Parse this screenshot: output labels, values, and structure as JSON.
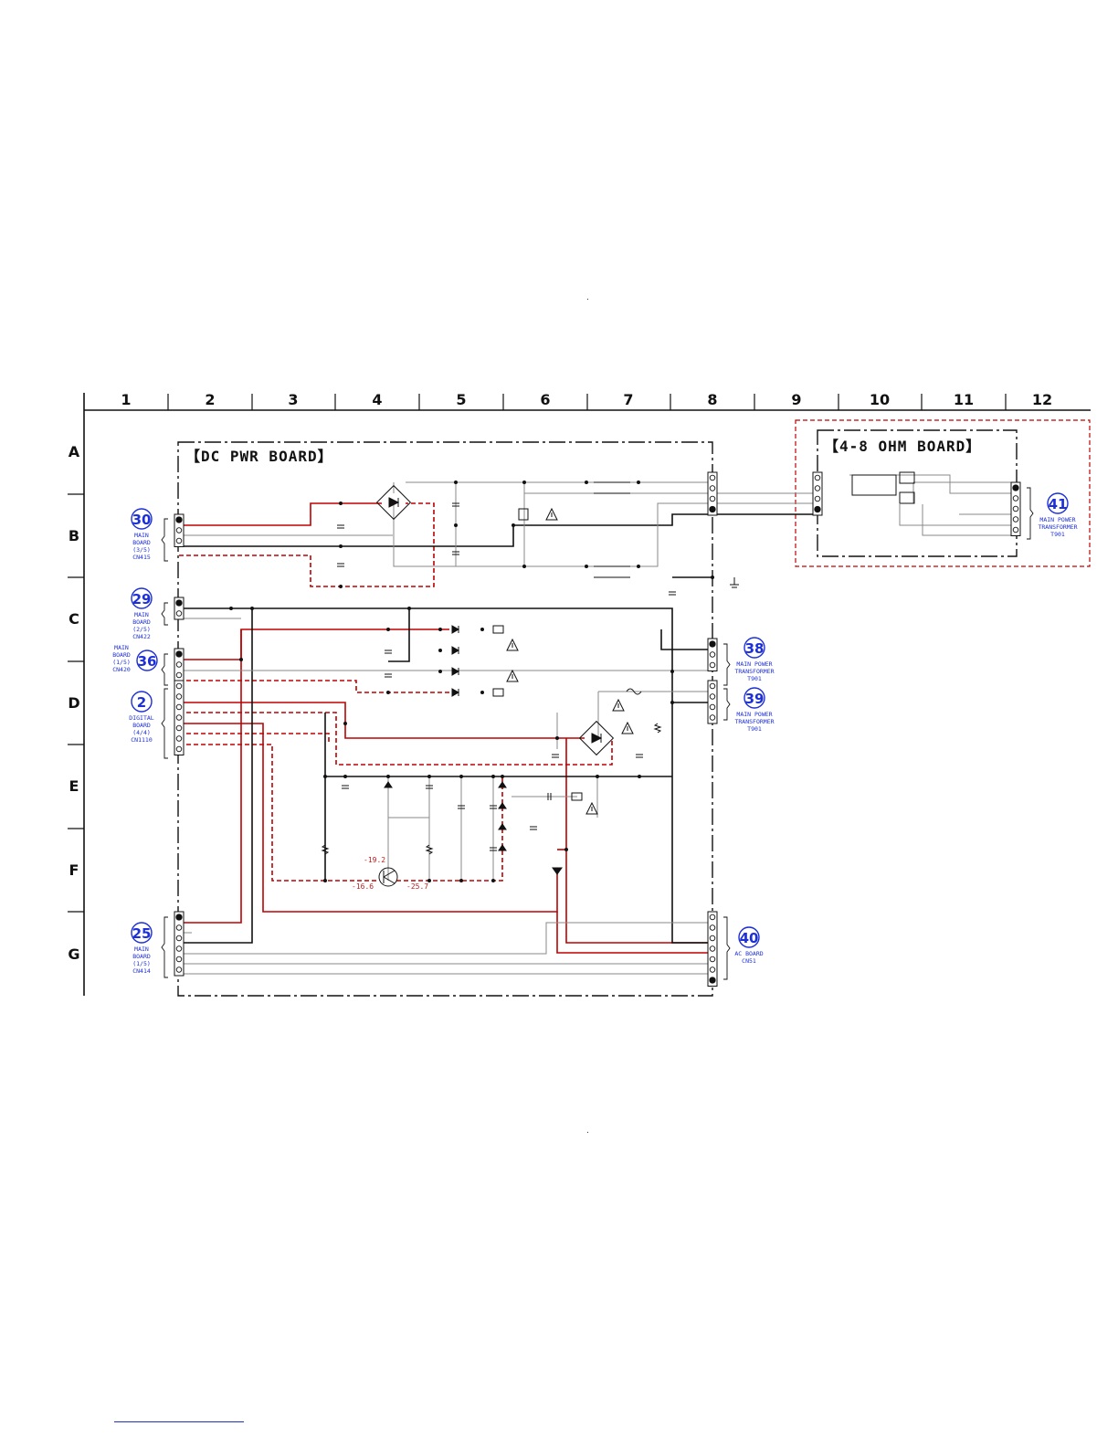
{
  "grid": {
    "columns": [
      "1",
      "2",
      "3",
      "4",
      "5",
      "6",
      "7",
      "8",
      "9",
      "10",
      "11",
      "12"
    ],
    "rows": [
      "A",
      "B",
      "C",
      "D",
      "E",
      "F",
      "G"
    ]
  },
  "boards": {
    "dc_pwr": "【DC PWR BOARD】",
    "ohm": "【4-8 OHM BOARD】"
  },
  "connectors": [
    {
      "id": "30",
      "lines": [
        "MAIN",
        "BOARD",
        "(3/5)",
        "CN415"
      ]
    },
    {
      "id": "29",
      "lines": [
        "MAIN",
        "BOARD",
        "(2/5)",
        "CN422"
      ]
    },
    {
      "id": "36",
      "lines": [
        "MAIN",
        "BOARD",
        "(1/5)",
        "CN420"
      ]
    },
    {
      "id": "2",
      "lines": [
        "DIGITAL",
        "BOARD",
        "(4/4)",
        "CN1110"
      ]
    },
    {
      "id": "25",
      "lines": [
        "MAIN",
        "BOARD",
        "(1/5)",
        "CN414"
      ]
    },
    {
      "id": "38",
      "lines": [
        "MAIN POWER",
        "TRANSFORMER",
        "T901"
      ]
    },
    {
      "id": "39",
      "lines": [
        "MAIN POWER",
        "TRANSFORMER",
        "T901"
      ]
    },
    {
      "id": "40",
      "lines": [
        "AC BOARD",
        "CN51"
      ]
    },
    {
      "id": "41",
      "lines": [
        "MAIN POWER",
        "TRANSFORMER",
        "T901"
      ]
    }
  ],
  "voltages": [
    "-19.2",
    "-16.6",
    "-25.7"
  ],
  "colors": {
    "hot_wire": "#c00000",
    "ref_blue": "#1d2fd6",
    "wire": "#111111",
    "signal": "#8a8a8a"
  }
}
